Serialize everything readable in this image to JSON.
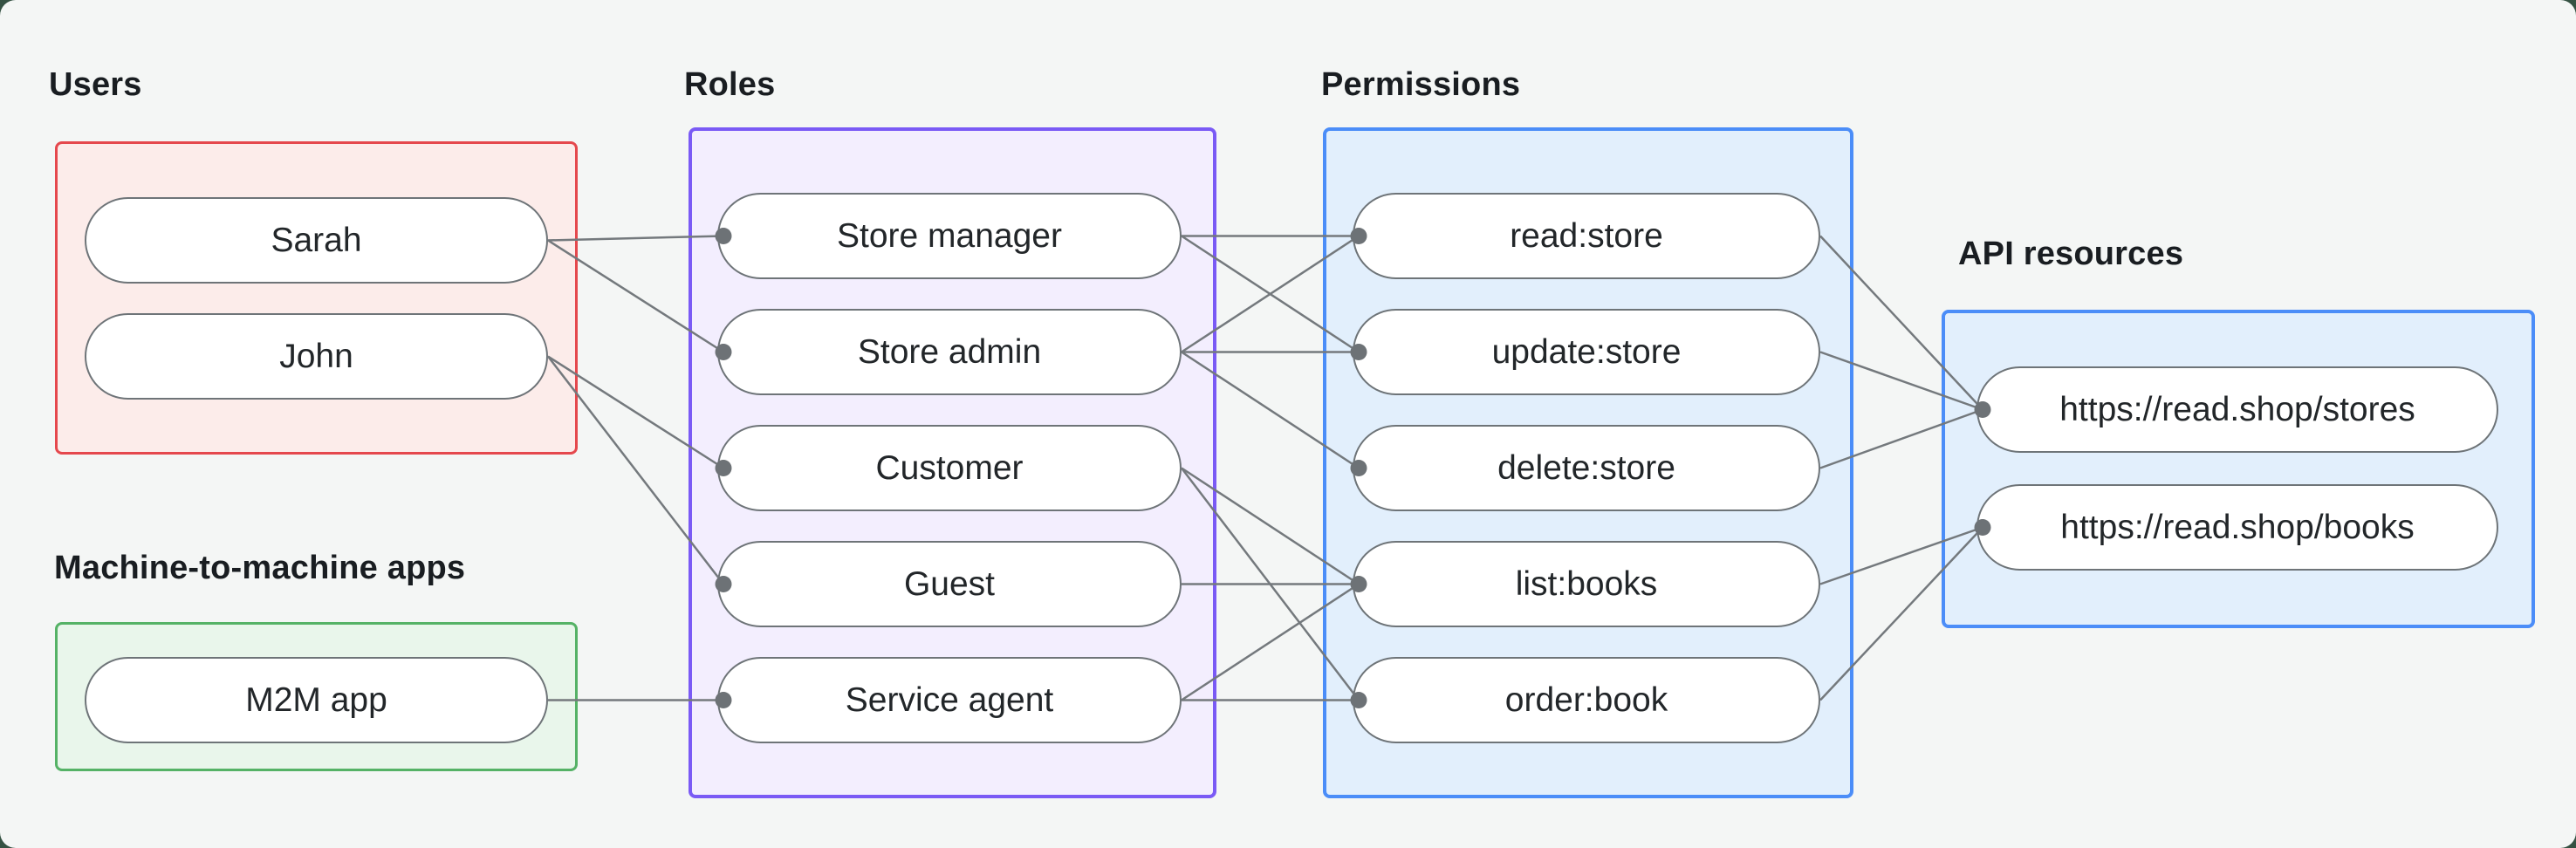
{
  "canvas": {
    "background": "#f4f6f5",
    "outer_background": "#355243",
    "line_color": "#74797d",
    "dot_color": "#6d7276",
    "pill_border_color": "#6e7478"
  },
  "groups": [
    {
      "id": "users",
      "label": "Users",
      "border_color": "#e5484d",
      "fill_color": "#fcecea",
      "items": [
        "Sarah",
        "John"
      ]
    },
    {
      "id": "m2m",
      "label": "Machine-to-machine apps",
      "border_color": "#55b266",
      "fill_color": "#e9f6eb",
      "items": [
        "M2M app"
      ]
    },
    {
      "id": "roles",
      "label": "Roles",
      "border_color": "#7a5af5",
      "fill_color": "#f3eefe",
      "items": [
        "Store manager",
        "Store admin",
        "Customer",
        "Guest",
        "Service agent"
      ]
    },
    {
      "id": "permissions",
      "label": "Permissions",
      "border_color": "#4b8df8",
      "fill_color": "#e2effc",
      "items": [
        "read:store",
        "update:store",
        "delete:store",
        "list:books",
        "order:book"
      ]
    },
    {
      "id": "api",
      "label": "API resources",
      "border_color": "#4b8df8",
      "fill_color": "#e2effc",
      "items": [
        "https://read.shop/stores",
        "https://read.shop/books"
      ]
    }
  ],
  "connections": [
    [
      "sarah",
      "store-manager"
    ],
    [
      "sarah",
      "store-admin"
    ],
    [
      "john",
      "customer"
    ],
    [
      "john",
      "guest"
    ],
    [
      "m2m-app",
      "service-agent"
    ],
    [
      "store-manager",
      "read-store"
    ],
    [
      "store-manager",
      "update-store"
    ],
    [
      "store-admin",
      "read-store"
    ],
    [
      "store-admin",
      "update-store"
    ],
    [
      "store-admin",
      "delete-store"
    ],
    [
      "customer",
      "list-books"
    ],
    [
      "customer",
      "order-book"
    ],
    [
      "guest",
      "list-books"
    ],
    [
      "service-agent",
      "list-books"
    ],
    [
      "service-agent",
      "order-book"
    ],
    [
      "read-store",
      "stores-api"
    ],
    [
      "update-store",
      "stores-api"
    ],
    [
      "delete-store",
      "stores-api"
    ],
    [
      "list-books",
      "books-api"
    ],
    [
      "order-book",
      "books-api"
    ]
  ]
}
